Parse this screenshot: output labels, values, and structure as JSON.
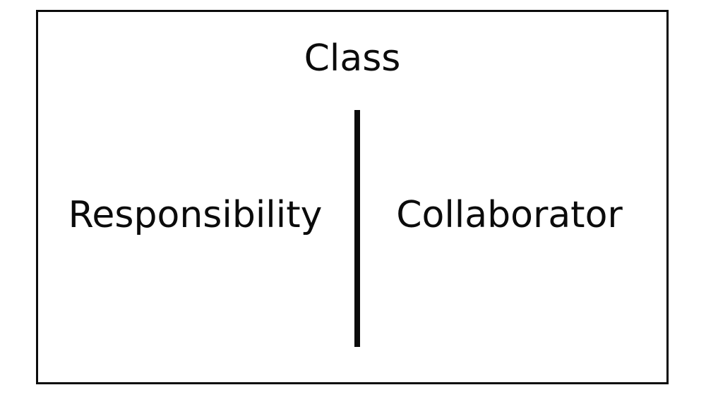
{
  "card": {
    "title": "Class",
    "left_label": "Responsibility",
    "right_label": "Collaborator"
  },
  "colors": {
    "background": "#ffffff",
    "border": "#0b0b0b",
    "text": "#0b0b0b",
    "divider": "#0b0b0b"
  }
}
